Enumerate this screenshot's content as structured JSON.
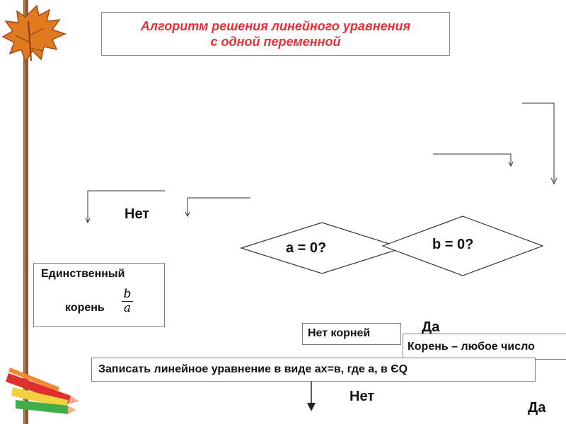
{
  "title": {
    "line1": "Алгоритм решения линейного уравнения",
    "line2": "с одной переменной"
  },
  "nodes": {
    "write_equation": "Записать линейное уравнение в виде ax=в, где а, в ЄQ",
    "decision_a": "a = 0?",
    "decision_b": "b = 0?",
    "no_roots": "Нет корней",
    "any_number": "Корень – любое число",
    "unique_root_line1": "Единственный",
    "unique_root_line2": "корень",
    "fraction_num": "b",
    "fraction_den": "a"
  },
  "labels": {
    "net_top": "Нет",
    "net_bottom": "Нет",
    "da_mid": "Да",
    "da_bottom": "Да"
  },
  "colors": {
    "title_text": "#e8303a",
    "border": "#7f7f7f",
    "stroke": "#333333"
  }
}
